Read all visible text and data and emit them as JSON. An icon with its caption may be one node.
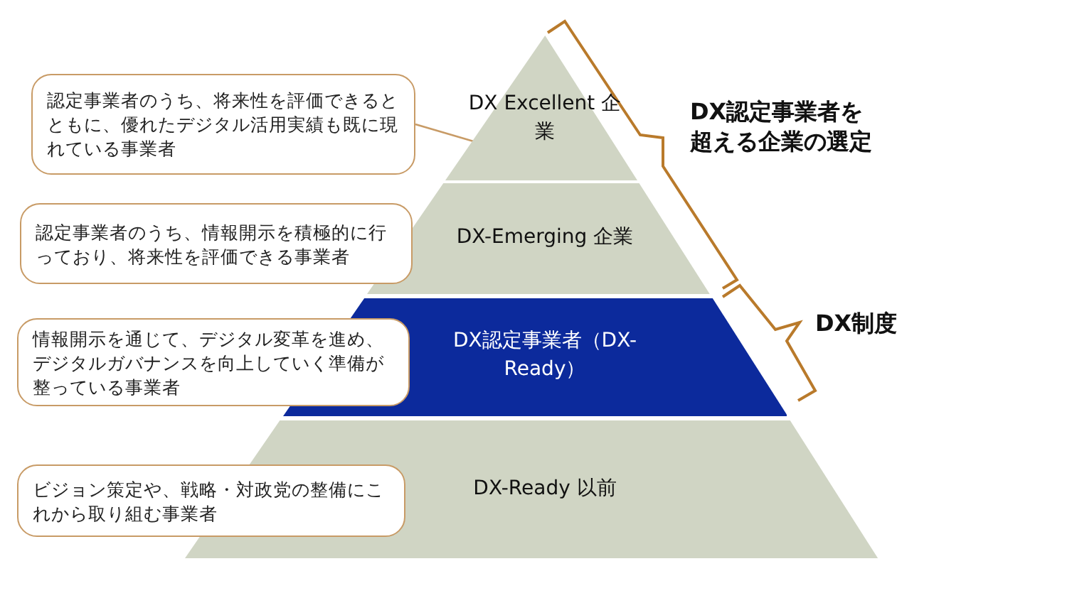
{
  "diagram": {
    "nodes": [
      {
        "text": [
          "DX Excellent 企業"
        ]
      },
      {
        "text": [
          "DX-Emerging 企業"
        ]
      },
      {
        "text": [
          "DX認定事業者（DX-Ready）"
        ]
      },
      {
        "text": [
          "DX-Ready 以前"
        ]
      },
      {
        "text": [
          "認定事業者のうち、将来性を評価できるとともに、優れたデジタル活用実績も既に現れている事業者"
        ]
      },
      {
        "text": [
          "認定事業者のうち、情報開示を積極的に行っており、将来性を評価できる事業者"
        ]
      },
      {
        "text": [
          "情報開示を通じて、デジタル変革を進め、デジタルガバナンスを向上していく準備が整っている事業者"
        ]
      },
      {
        "text": [
          "ビジョン策定や、戦略・対政党の整備にこれから取り組む事業者"
        ]
      }
    ],
    "edges": [
      {
        "from": 4,
        "to": 0,
        "arrow": "none"
      }
    ],
    "labels": [
      "DX認定事業者を超える企業の選定",
      "DX制度"
    ]
  }
}
